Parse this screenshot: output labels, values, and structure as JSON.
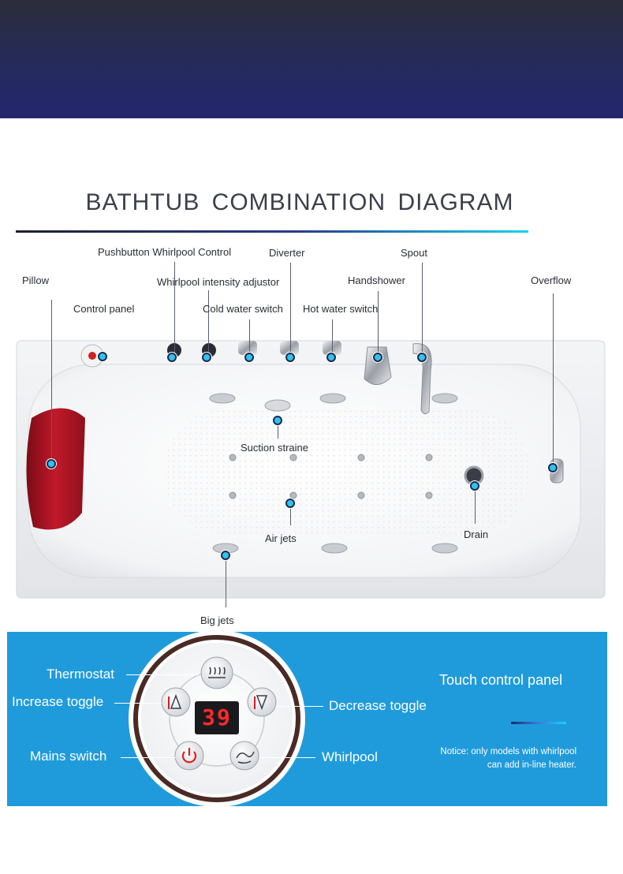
{
  "title": "BATHTUB  COMBINATION  DIAGRAM",
  "tub_labels": {
    "pillow": "Pillow",
    "control_panel": "Control panel",
    "pushbutton_whirlpool_control": "Pushbutton Whirlpool Control",
    "whirlpool_intensity_adjustor": "Whirlpool intensity adjustor",
    "cold_water_switch": "Cold water switch",
    "diverter": "Diverter",
    "hot_water_switch": "Hot water switch",
    "handshower": "Handshower",
    "spout": "Spout",
    "overflow": "Overflow",
    "suction_straine": "Suction straine",
    "air_jets": "Air jets",
    "drain": "Drain",
    "big_jets": "Big jets"
  },
  "control_panel": {
    "thermostat": "Thermostat",
    "increase_toggle": "Increase toggle",
    "mains_switch": "Mains switch",
    "decrease_toggle": "Decrease toggle",
    "whirlpool": "Whirlpool",
    "display_value": "39",
    "heading": "Touch control panel",
    "notice_line1": "Notice: only models with whirlpool",
    "notice_line2": "can add in-line heater."
  },
  "colors": {
    "header_top": "#2b2d3a",
    "header_bottom": "#24266e",
    "panel_blue": "#1f9bdc",
    "marker_fill": "#2ec3f2",
    "pillow_red": "#c0192a",
    "display_red": "#ff2a2a"
  }
}
